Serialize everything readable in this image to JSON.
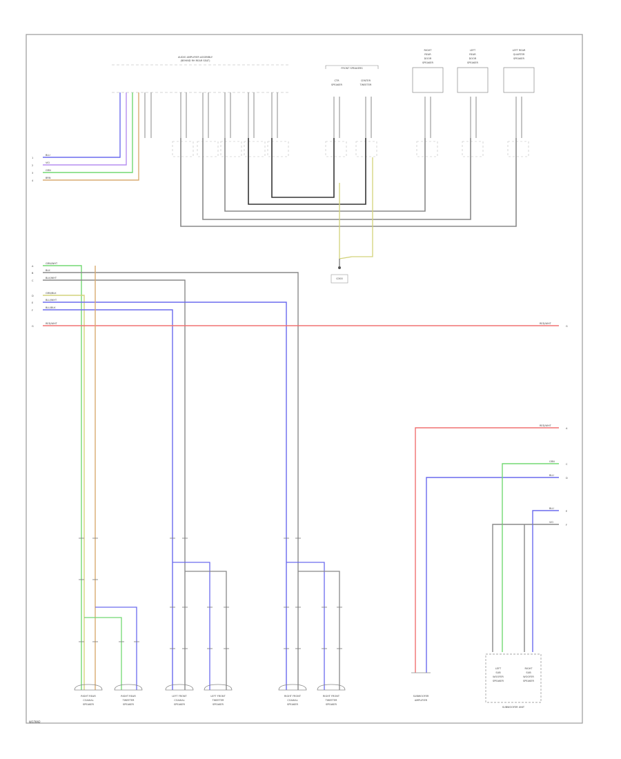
{
  "footer_code": "W37892",
  "components": {
    "amplifier": {
      "line1": "AUDIO AMPLIFIER ASSEMBLY",
      "line2": "(BEHIND RH REAR SEAT)"
    },
    "front_speakers_header": "FRONT SPEAKERS",
    "center_speaker": {
      "line1": "CTR",
      "line2": "SPEAKER"
    },
    "center_tweeter": {
      "line1": "CENTER",
      "line2": "TWEETER"
    },
    "right_rear_door": {
      "line1": "RIGHT",
      "line2": "REAR",
      "line3": "DOOR",
      "line4": "SPEAKER"
    },
    "left_rear_door": {
      "line1": "LEFT",
      "line2": "REAR",
      "line3": "DOOR",
      "line4": "SPEAKER"
    },
    "left_rear_quarter": {
      "line1": "LEFT REAR",
      "line2": "QUARTER",
      "line3": "SPEAKER"
    },
    "ground": {
      "line1": "G300"
    },
    "right_rear_coaxial": {
      "line1": "RIGHT REAR",
      "line2": "COAXIAL",
      "line3": "SPEAKER"
    },
    "right_rear_tweeter": {
      "line1": "RIGHT REAR",
      "line2": "TWEETER",
      "line3": "SPEAKER"
    },
    "left_front_coaxial": {
      "line1": "LEFT FRONT",
      "line2": "COAXIAL",
      "line3": "SPEAKER"
    },
    "left_front_tweeter": {
      "line1": "LEFT FRONT",
      "line2": "TWEETER",
      "line3": "SPEAKER"
    },
    "right_front_coaxial": {
      "line1": "RIGHT FRONT",
      "line2": "COAXIAL",
      "line3": "SPEAKER"
    },
    "right_front_tweeter": {
      "line1": "RIGHT FRONT",
      "line2": "TWEETER",
      "line3": "SPEAKER"
    },
    "subwoofer": {
      "line1": "SUBWOOFER",
      "line2": "AMPLIFIER"
    },
    "sub_speaker_left": {
      "line1": "LEFT",
      "line2": "SUB",
      "line3": "WOOFER",
      "line4": "SPEAKER"
    },
    "sub_speaker_right": {
      "line1": "RIGHT",
      "line2": "SUB",
      "line3": "WOOFER",
      "line4": "SPEAKER"
    },
    "subwoofer_unit": "SUBWOOFER UNIT"
  },
  "left_tags": {
    "top": [
      "BLU",
      "VIO",
      "GRN",
      "BRN"
    ],
    "mid": [
      "GRN/WHT",
      "BLK",
      "BLK/WHT",
      "GRN/BLK",
      "BLU/WHT",
      "BLU/BLK",
      "RED/WHT"
    ],
    "mid_nums": [
      "A",
      "B",
      "C",
      "D",
      "E",
      "F",
      "G"
    ],
    "top_nums": [
      "1",
      "2",
      "3",
      "4"
    ]
  },
  "right_tags": {
    "red_top": "RED/WHT",
    "red_bottom": "RED/WHT",
    "grn": "GRN",
    "blu": "BLU",
    "blu2": "BLU",
    "vio": "VIO",
    "nums": [
      "A",
      "G",
      "C",
      "D",
      "E",
      "F"
    ]
  },
  "wire_colors": {
    "blue": "#6a6aee",
    "violet": "#b58ef0",
    "green": "#72d872",
    "yellow_green": "#d2d27a",
    "brown": "#d9aa70",
    "gray": "#888888",
    "black": "#333333",
    "red": "#f07070",
    "frame": "#999999"
  }
}
